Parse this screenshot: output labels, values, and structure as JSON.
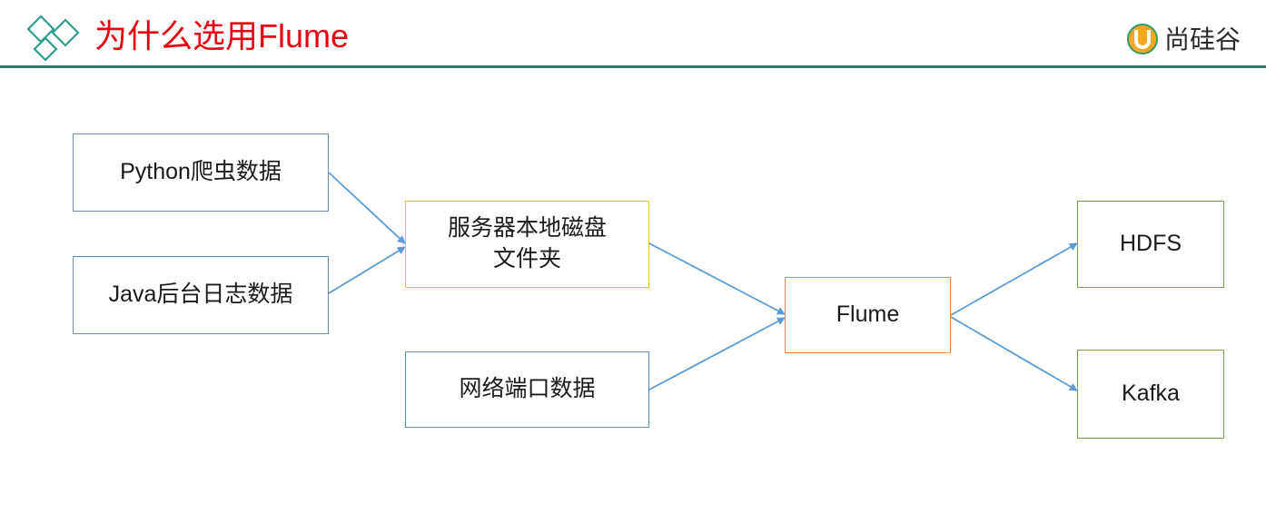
{
  "header": {
    "title": "为什么选用Flume",
    "brand": "尚硅谷"
  },
  "nodes": {
    "python": "Python爬虫数据",
    "java": "Java后台日志数据",
    "disk": [
      "服务器本地磁盘",
      "文件夹"
    ],
    "port": "网络端口数据",
    "flume": "Flume",
    "hdfs": "HDFS",
    "kafka": "Kafka"
  },
  "colors": {
    "title": "#e60012",
    "rule": "#2e7a6b",
    "arrow": "#5b9bd5",
    "source_border": "#5b8ec1",
    "disk_border": "#f2c21f",
    "flume_border": "#ed8740",
    "sink_border": "#74a743"
  }
}
